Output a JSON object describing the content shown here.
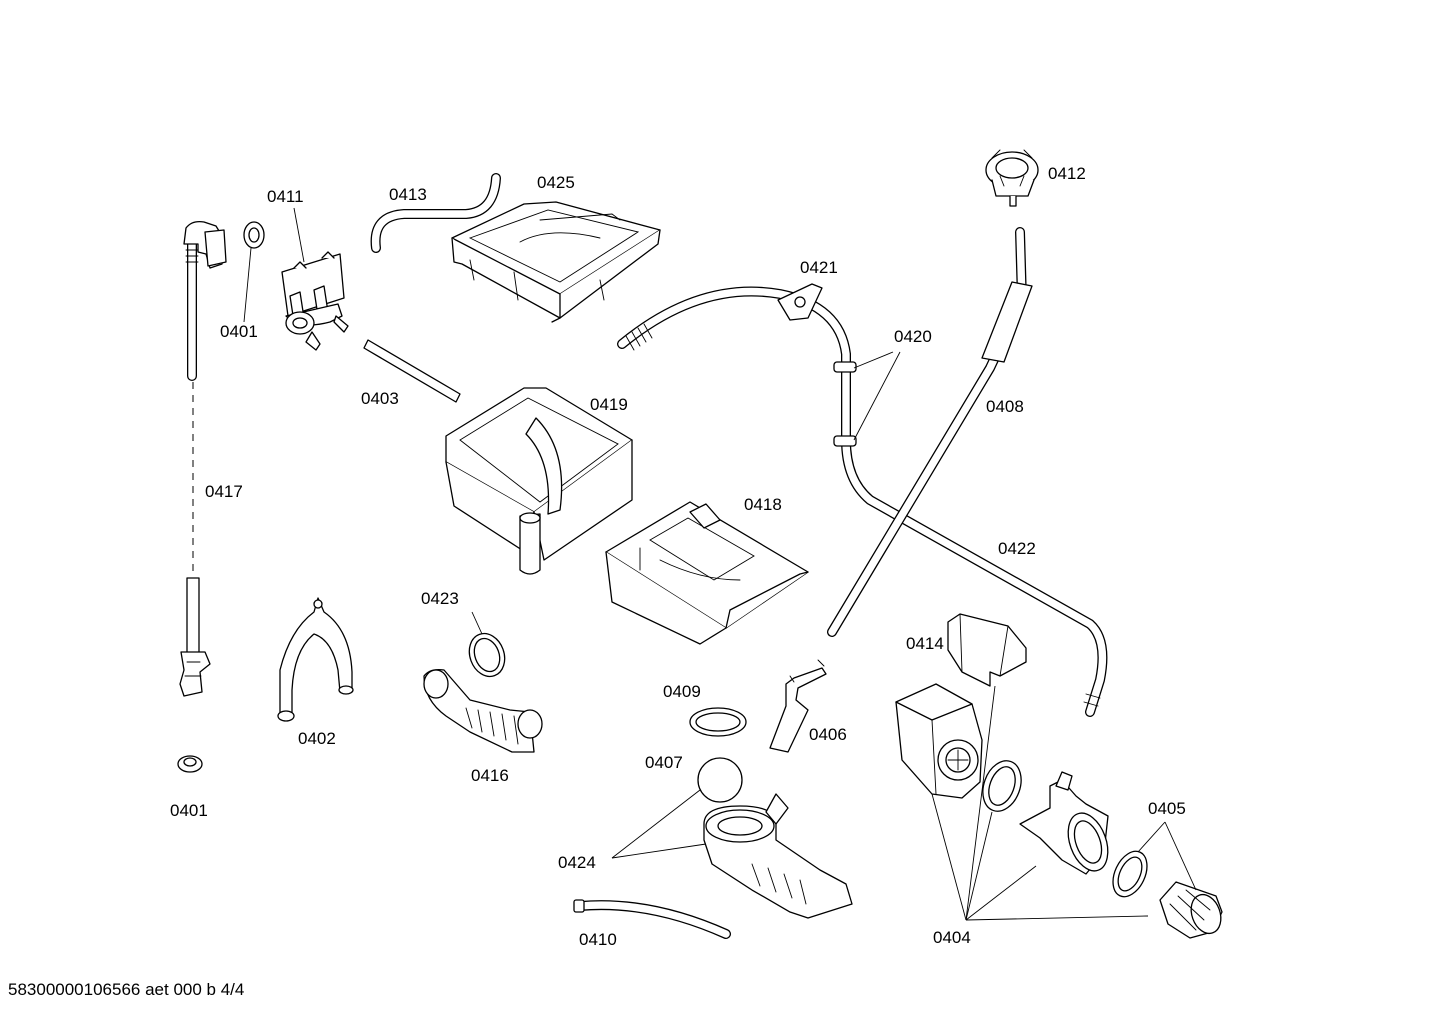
{
  "labels": {
    "p0401a": "0401",
    "p0401b": "0401",
    "p0402": "0402",
    "p0403": "0403",
    "p0404": "0404",
    "p0405": "0405",
    "p0406": "0406",
    "p0407": "0407",
    "p0408": "0408",
    "p0409": "0409",
    "p0410": "0410",
    "p0411": "0411",
    "p0412": "0412",
    "p0413": "0413",
    "p0414": "0414",
    "p0416": "0416",
    "p0417": "0417",
    "p0418": "0418",
    "p0419": "0419",
    "p0420": "0420",
    "p0421": "0421",
    "p0422": "0422",
    "p0423": "0423",
    "p0424": "0424",
    "p0425": "0425"
  },
  "footer": "58300000106566 aet 000 b 4/4"
}
